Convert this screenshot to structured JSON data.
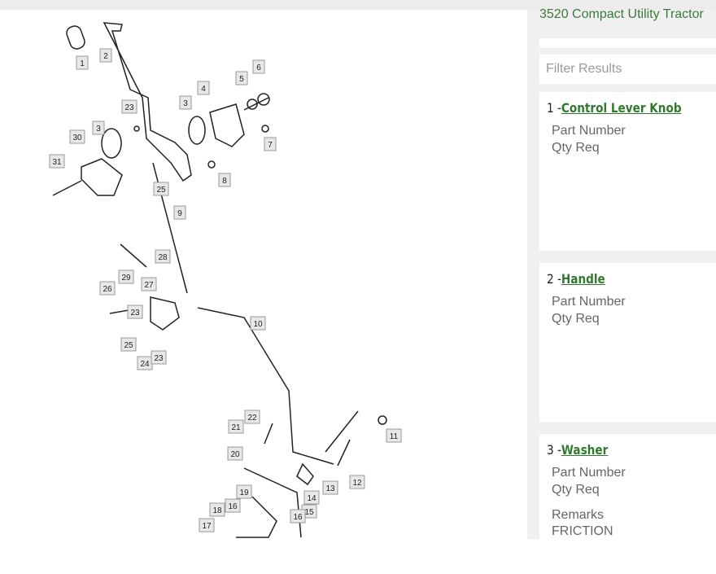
{
  "panel": {
    "title": "3520 Compact Utility Tractor",
    "filter_placeholder": "Filter Results",
    "parts": [
      {
        "num": "1",
        "name": "Control Lever Knob",
        "fields": [
          "Part Number",
          "Qty Req"
        ]
      },
      {
        "num": "2",
        "name": "Handle",
        "fields": [
          "Part Number",
          "Qty Req"
        ]
      },
      {
        "num": "3",
        "name": "Washer",
        "fields": [
          "Part Number",
          "Qty Req"
        ],
        "remarks_label": "Remarks",
        "remarks": "FRICTION"
      }
    ]
  },
  "diagram": {
    "callouts": [
      "1",
      "2",
      "23",
      "3",
      "4",
      "5",
      "6",
      "7",
      "8",
      "30",
      "3",
      "31",
      "25",
      "9",
      "28",
      "29",
      "26",
      "27",
      "23",
      "10",
      "25",
      "24",
      "23",
      "22",
      "21",
      "11",
      "20",
      "12",
      "13",
      "14",
      "19",
      "15",
      "16",
      "16",
      "18",
      "17"
    ]
  }
}
